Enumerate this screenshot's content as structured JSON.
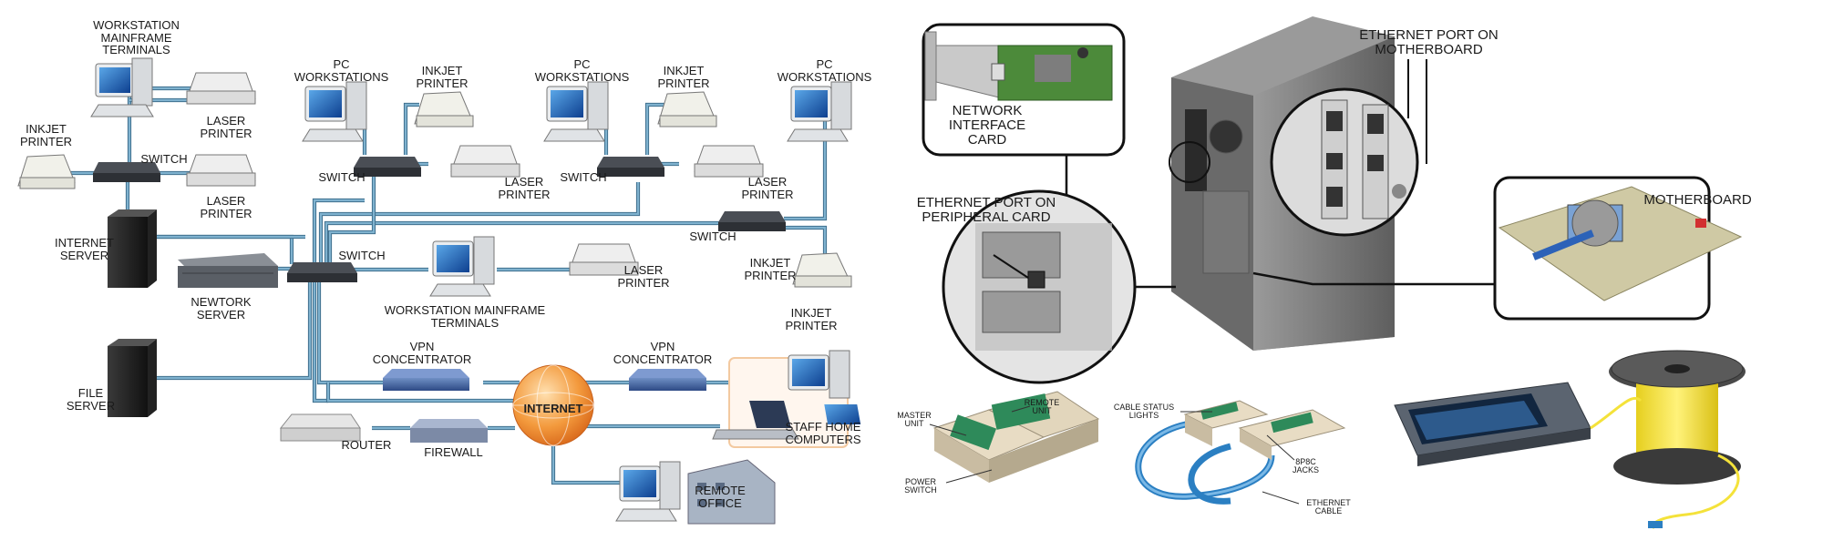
{
  "network_diagram": {
    "labels": {
      "ws_mainframe_top": "WORKSTATION\nMAINFRAME\nTERMINALS",
      "laser_1": "LASER\nPRINTER",
      "laser_2": "LASER\nPRINTER",
      "inkjet_left": "INKJET\nPRINTER",
      "switch_left": "SWITCH",
      "internet_server": "INTERNET\nSERVER",
      "network_server": "NEWTORK\nSERVER",
      "file_server": "FILE\nSERVER",
      "pc_ws_1": "PC\nWORKSTATIONS",
      "inkjet_2": "INKJET\nPRINTER",
      "switch_2": "SWITCH",
      "laser_3": "LASER\nPRINTER",
      "pc_ws_2": "PC\nWORKSTATIONS",
      "inkjet_3": "INKJET\nPRINTER",
      "switch_3": "SWITCH",
      "laser_4": "LASER\nPRINTER",
      "pc_ws_3": "PC\nWORKSTATIONS",
      "switch_4": "SWITCH",
      "inkjet_4a": "INKJET\nPRINTER",
      "inkjet_4b": "INKJET\nPRINTER",
      "switch_center": "SWITCH",
      "ws_mainframe_center": "WORKSTATION MAINFRAME\nTERMINALS",
      "laser_5": "LASER\nPRINTER",
      "vpn_1": "VPN\nCONCENTRATOR",
      "vpn_2": "VPN\nCONCENTRATOR",
      "internet": "INTERNET",
      "router": "ROUTER",
      "firewall": "FIREWALL",
      "staff_home": "STAFF HOME\nCOMPUTERS",
      "remote_office": "REMOTE\nOFFICE"
    }
  },
  "hardware": {
    "labels": {
      "nic": "NETWORK\nINTERFACE\nCARD",
      "eth_port_mb": "ETHERNET PORT ON\nMOTHERBOARD",
      "eth_port_pc": "ETHERNET PORT ON\nPERIPHERAL CARD",
      "motherboard": "MOTHERBOARD"
    }
  },
  "tools": {
    "labels": {
      "master_unit": "MASTER\nUNIT",
      "remote_unit": "REMOTE\nUNIT",
      "power_switch": "POWER\nSWITCH",
      "cable_status_lights": "CABLE STATUS\nLIGHTS",
      "jacks_8p8c": "8P8C\nJACKS",
      "ethernet_cable": "ETHERNET\nCABLE"
    }
  },
  "colors": {
    "cable": "#7fb2cf",
    "cable_outline": "#3f6f8e",
    "internet_globe": "#f08a2e",
    "tester_body": "#e8dcc4",
    "tester_panel": "#2e8a5a",
    "fiber": "#f4e23a"
  }
}
